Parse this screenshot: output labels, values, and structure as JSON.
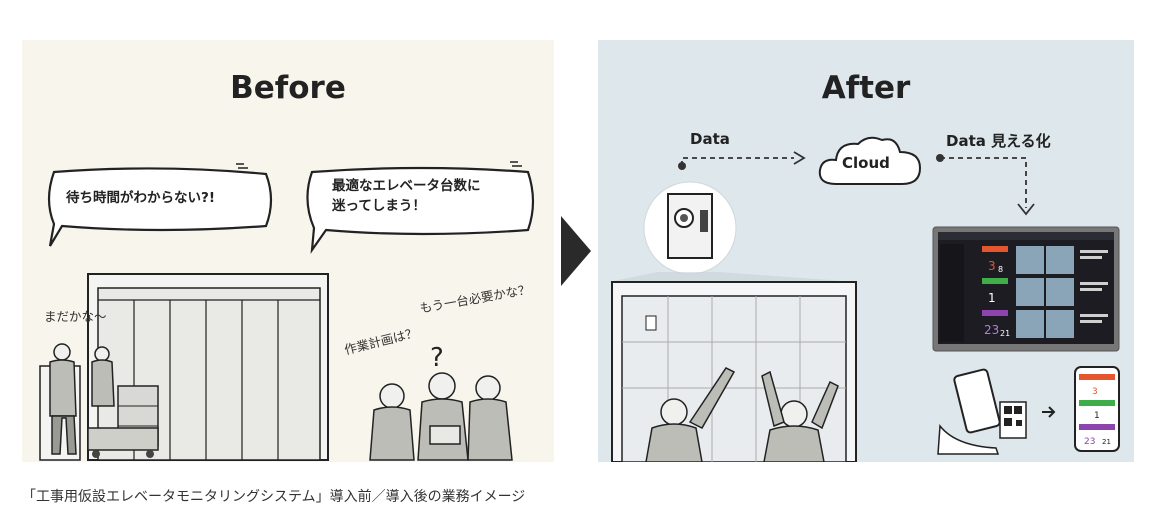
{
  "before": {
    "title": "Before",
    "bubble1": "待ち時間がわからない?!",
    "bubble2_line1": "最適なエレベータ台数に",
    "bubble2_line2": "迷ってしまう！",
    "speech_madaka": "まだかな〜",
    "speech_mou": "もう一台必要かな？",
    "speech_sagyo": "作業計画は？"
  },
  "after": {
    "title": "After",
    "data_label": "Data",
    "cloud_label": "Cloud",
    "visualize_label": "Data 見える化"
  },
  "caption": "「工事用仮設エレベータモニタリングシステム」導入前／導入後の業務イメージ",
  "colors": {
    "before_bg": "#f8f5ec",
    "after_bg": "#dde7ec",
    "arrow": "#2a2a2a",
    "dash_orange": "#e4572e",
    "dash_green": "#3fae49",
    "dash_purple": "#8e44ad"
  },
  "icons": [
    "sensor-icon",
    "cloud-icon",
    "dashboard-monitor-icon",
    "smartphone-icon",
    "qr-code-icon"
  ]
}
